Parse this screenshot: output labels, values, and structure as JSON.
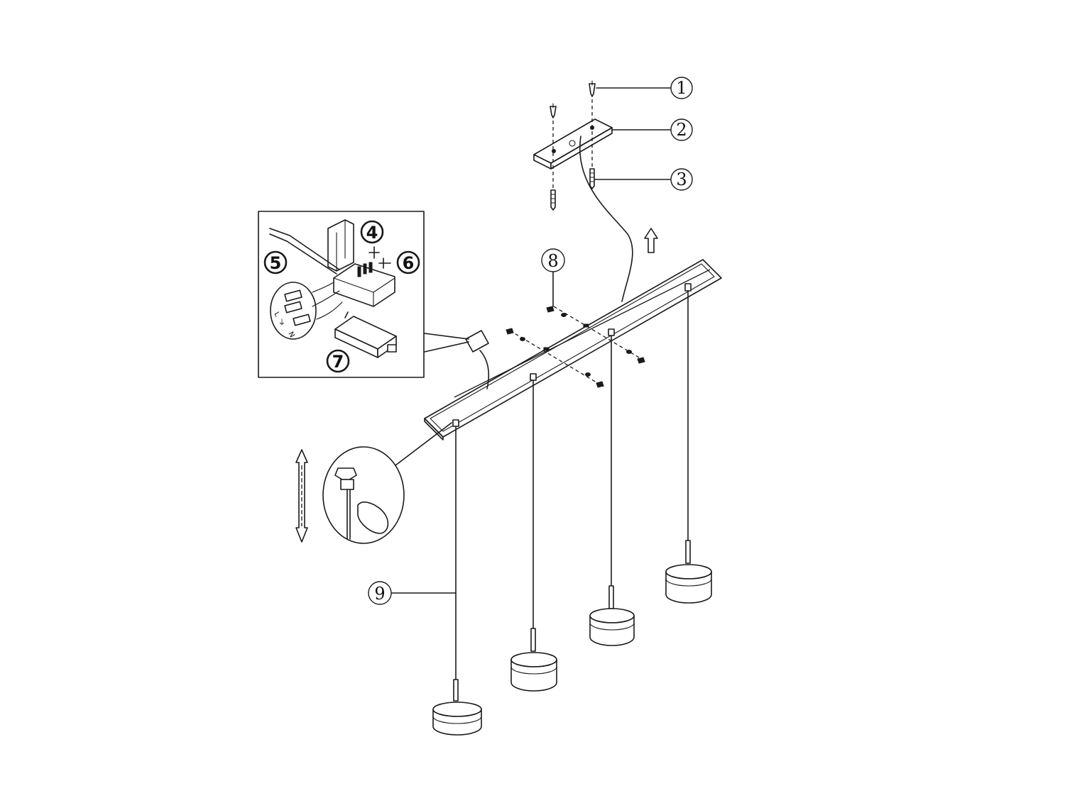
{
  "callouts": {
    "c1": "1",
    "c2": "2",
    "c3": "3",
    "c4": "4",
    "c5": "5",
    "c6": "6",
    "c7": "7",
    "c8": "8",
    "c9": "9"
  },
  "inset_wiring_labels": [
    "L",
    "⏚",
    "N"
  ],
  "colors": {
    "line": "#1a1a1a",
    "background": "#ffffff"
  }
}
